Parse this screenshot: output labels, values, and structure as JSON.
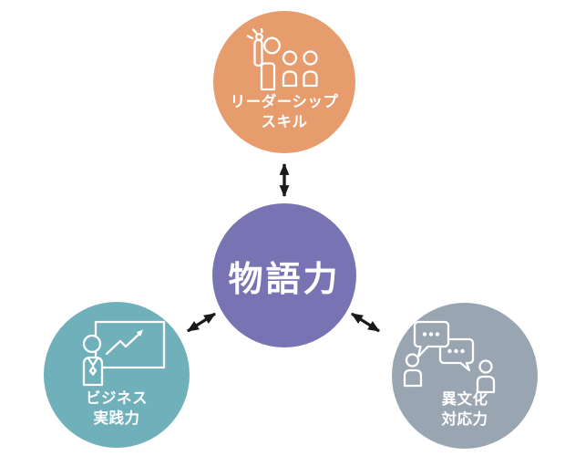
{
  "diagram": {
    "background": "#FFFFFF",
    "center_node": {
      "label": "物語力",
      "color": "#7873B3",
      "text_color": "#FFFFFF"
    },
    "satellite_nodes": [
      {
        "id": "leadership",
        "label_line1": "リーダーシップ",
        "label_line2": "スキル",
        "color": "#E79C6E",
        "text_color": "#FFFFFF",
        "icon": "raised-hand-people-icon"
      },
      {
        "id": "business",
        "label_line1": "ビジネス",
        "label_line2": "実践力",
        "color": "#6FB0BB",
        "text_color": "#FFFFFF",
        "icon": "presenter-whiteboard-chart-icon"
      },
      {
        "id": "intercultural",
        "label_line1": "異文化",
        "label_line2": "対応力",
        "color": "#99A5B0",
        "text_color": "#FFFFFF",
        "icon": "speech-bubbles-people-icon"
      }
    ],
    "connectors": {
      "style": "double-headed-arrow",
      "count": 3,
      "color": "#1A1A1A"
    }
  }
}
